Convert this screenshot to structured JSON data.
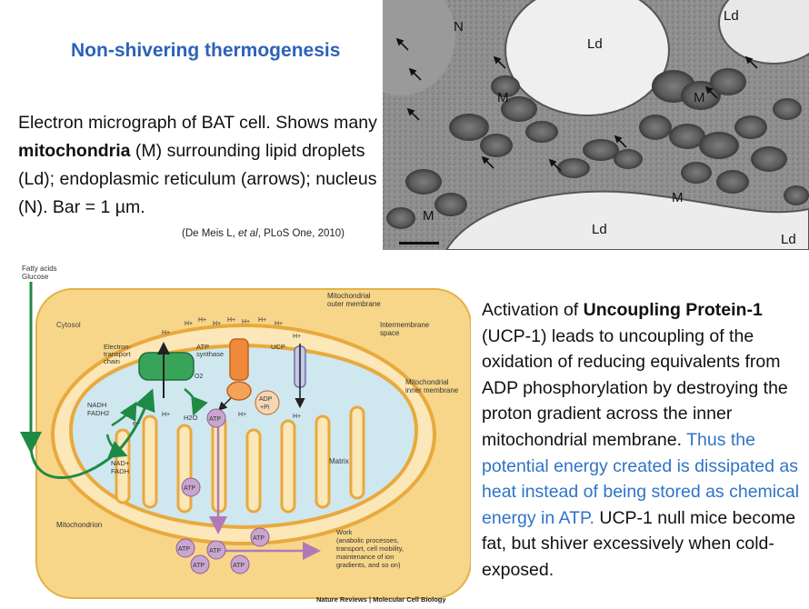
{
  "title": "Non-shivering thermogenesis",
  "micrograph_text": {
    "pre": "Electron micrograph of  BAT cell. Shows many ",
    "bold": "mitochondria",
    "post": " (M) surrounding lipid droplets (Ld); endoplasmic reticulum (arrows); nucleus (N). Bar = 1 µm."
  },
  "citation": {
    "pre": "(De Meis L, ",
    "italic": "et al",
    "post": ", PLoS One, 2010)"
  },
  "micrograph_labels": {
    "N": "N",
    "Ld": "Ld",
    "M": "M"
  },
  "diagram": {
    "fatty_acids": "Fatty acids",
    "glucose": "Glucose",
    "cytosol": "Cytosol",
    "outer_membrane_1": "Mitochondrial",
    "outer_membrane_2": "outer membrane",
    "intermembrane_1": "Intermembrane",
    "intermembrane_2": "space",
    "inner_membrane_1": "Mitochondrial",
    "inner_membrane_2": "inner membrane",
    "etc_1": "Electron-",
    "etc_2": "transport",
    "etc_3": "chain",
    "atp_synthase_1": "ATP",
    "atp_synthase_2": "synthase",
    "ucp": "UCP",
    "h_plus": "H+",
    "o2": "O2",
    "h2o": "H2O",
    "atp": "ATP",
    "adp": "ADP",
    "pi": "+Pi",
    "nadh": "NADH",
    "fadh2": "FADH2",
    "nad": "NAD+",
    "fadh": "FADH",
    "e_minus": "e−",
    "matrix": "Matrix",
    "mitochondrion": "Mitochondrion",
    "work_1": "Work",
    "work_2": "(anabolic processes,",
    "work_3": "transport, cell mobility,",
    "work_4": "maintenance of ion",
    "work_5": "gradients, and so on)",
    "credit": "Nature Reviews | Molecular Cell Biology"
  },
  "ucp_paragraph": {
    "p1": "Activation of ",
    "bold": "Uncoupling Protein-1",
    "p2": " (UCP-1) leads to uncoupling of the oxidation of reducing equivalents from ADP phosphorylation by destroying the proton gradient across the inner mitochondrial membrane. ",
    "highlight": "Thus the potential energy created is dissipated as heat instead of being stored as chemical energy in ATP.",
    "p3": " UCP-1 null mice become fat, but shiver excessively when cold-exposed."
  },
  "colors": {
    "title": "#2c62b8",
    "highlight": "#2f74c8",
    "cell": "#f7d68a",
    "membrane_outer": "#f2c462",
    "matrix": "#cfe7ef",
    "green_arrow": "#1f8a45",
    "atp_purple": "#c9a6cf"
  }
}
